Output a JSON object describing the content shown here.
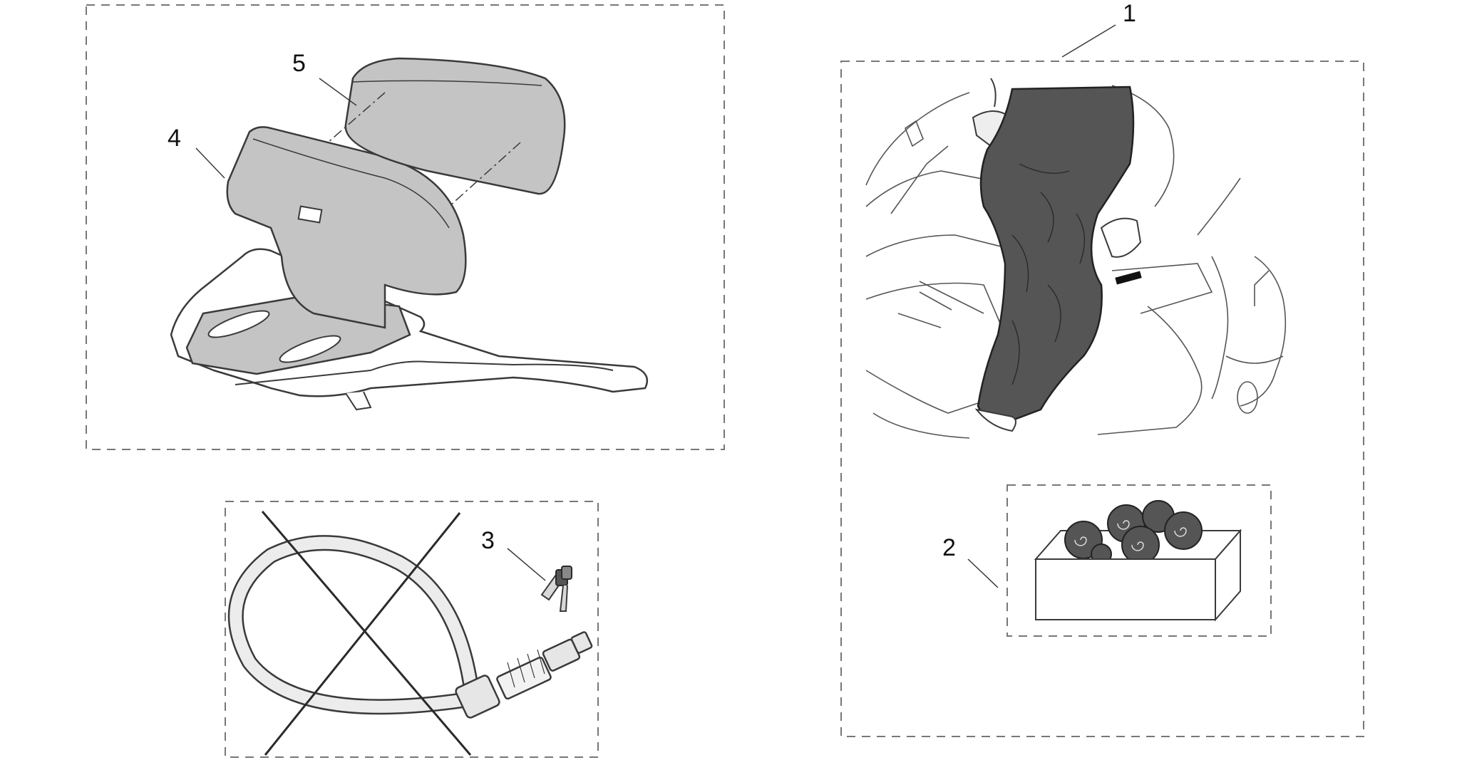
{
  "callouts": {
    "c1": "1",
    "c2": "2",
    "c3": "3",
    "c4": "4",
    "c5": "5"
  },
  "colors": {
    "line": "#3a3a3a",
    "dash": "#777777",
    "gray_fill": "#c4c4c4",
    "dark_fill": "#555555",
    "tube_fill": "#ececec"
  }
}
